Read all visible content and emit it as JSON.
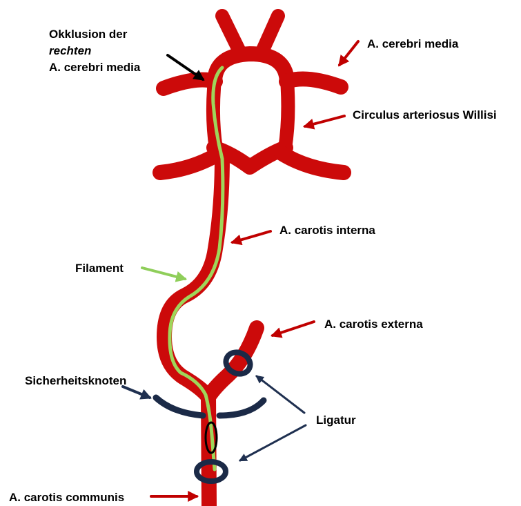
{
  "labels": {
    "occlusion_line1": "Okklusion der",
    "occlusion_line2": "rechten",
    "occlusion_line3": "A. cerebri media",
    "cerebri_media": "A. cerebri media",
    "circulus": "Circulus arteriosus Willisi",
    "carotis_interna": "A. carotis interna",
    "filament": "Filament",
    "carotis_externa": "A. carotis externa",
    "sicherheitsknoten": "Sicherheitsknoten",
    "ligatur": "Ligatur",
    "carotis_communis": "A. carotis communis"
  },
  "colors": {
    "artery": "#cc0a0a",
    "filament": "#9fd65a",
    "ligature": "#1b2a47",
    "arrow_red": "#c00000",
    "arrow_black": "#000000",
    "arrow_green": "#8fce5a",
    "arrow_navy": "#1f3050",
    "text": "#000000"
  },
  "icons": {
    "occlusion_arrow": "arrow-black",
    "label_arrows": "arrow-red",
    "filament_arrow": "arrow-green",
    "ligature_arrows": "arrow-navy"
  }
}
